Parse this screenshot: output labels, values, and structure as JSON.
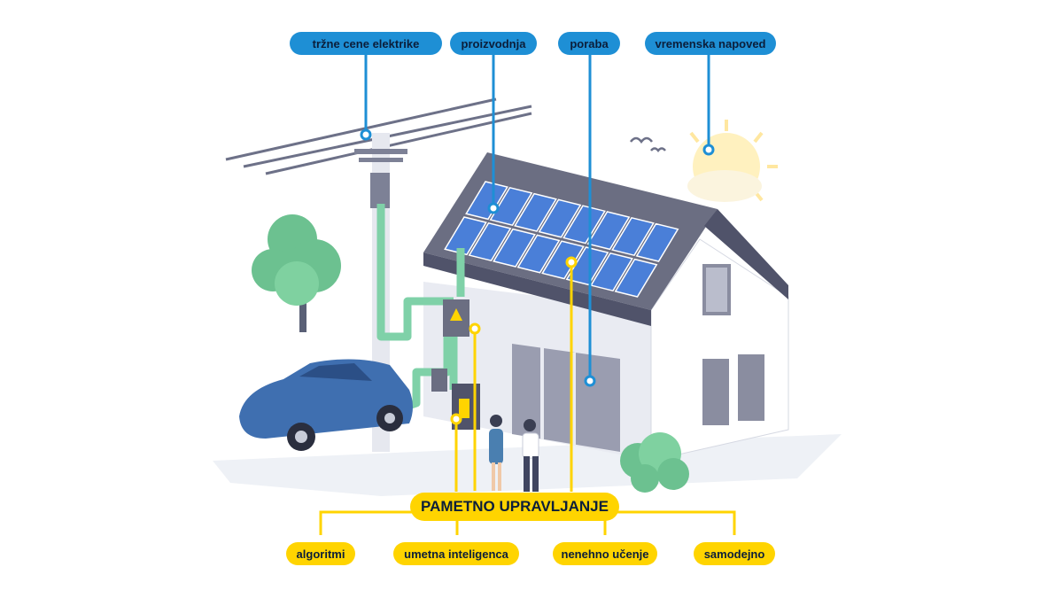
{
  "top_labels": [
    {
      "id": "market-prices",
      "text": "tržne cene elektrike"
    },
    {
      "id": "production",
      "text": "proizvodnja"
    },
    {
      "id": "consumption",
      "text": "poraba"
    },
    {
      "id": "weather",
      "text": "vremenska napoved"
    }
  ],
  "center_label": "PAMETNO UPRAVLJANJE",
  "bottom_labels": [
    {
      "id": "algorithms",
      "text": "algoritmi"
    },
    {
      "id": "ai",
      "text": "umetna inteligenca"
    },
    {
      "id": "learning",
      "text": "nenehno učenje"
    },
    {
      "id": "automatic",
      "text": "samodejno"
    }
  ],
  "colors": {
    "blue_accent": "#1e8fd5",
    "yellow_accent": "#ffd400",
    "green_cable": "#7fd1a8",
    "roof": "#6b6e82",
    "panel": "#4a7fd8",
    "wall": "#eef0f5",
    "car": "#3f6fb0",
    "tree": "#6cc190"
  },
  "icons": [
    "power-pole-icon",
    "solar-panel-icon",
    "house-icon",
    "electric-car-icon",
    "tree-icon",
    "sun-icon",
    "bird-icon",
    "fuse-box-icon",
    "charger-icon",
    "person-icon"
  ]
}
